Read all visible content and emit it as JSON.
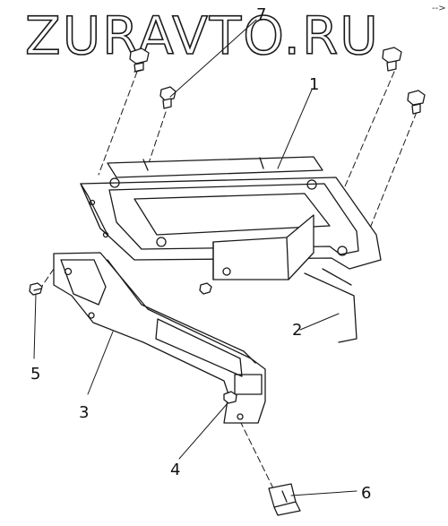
{
  "watermark": "ZURAVTO.RU",
  "corner_mark": "-->",
  "callouts": [
    {
      "id": "1",
      "text": "1"
    },
    {
      "id": "2",
      "text": "2"
    },
    {
      "id": "3",
      "text": "3"
    },
    {
      "id": "4",
      "text": "4"
    },
    {
      "id": "5",
      "text": "5"
    },
    {
      "id": "6",
      "text": "6"
    },
    {
      "id": "7",
      "text": "7"
    }
  ]
}
